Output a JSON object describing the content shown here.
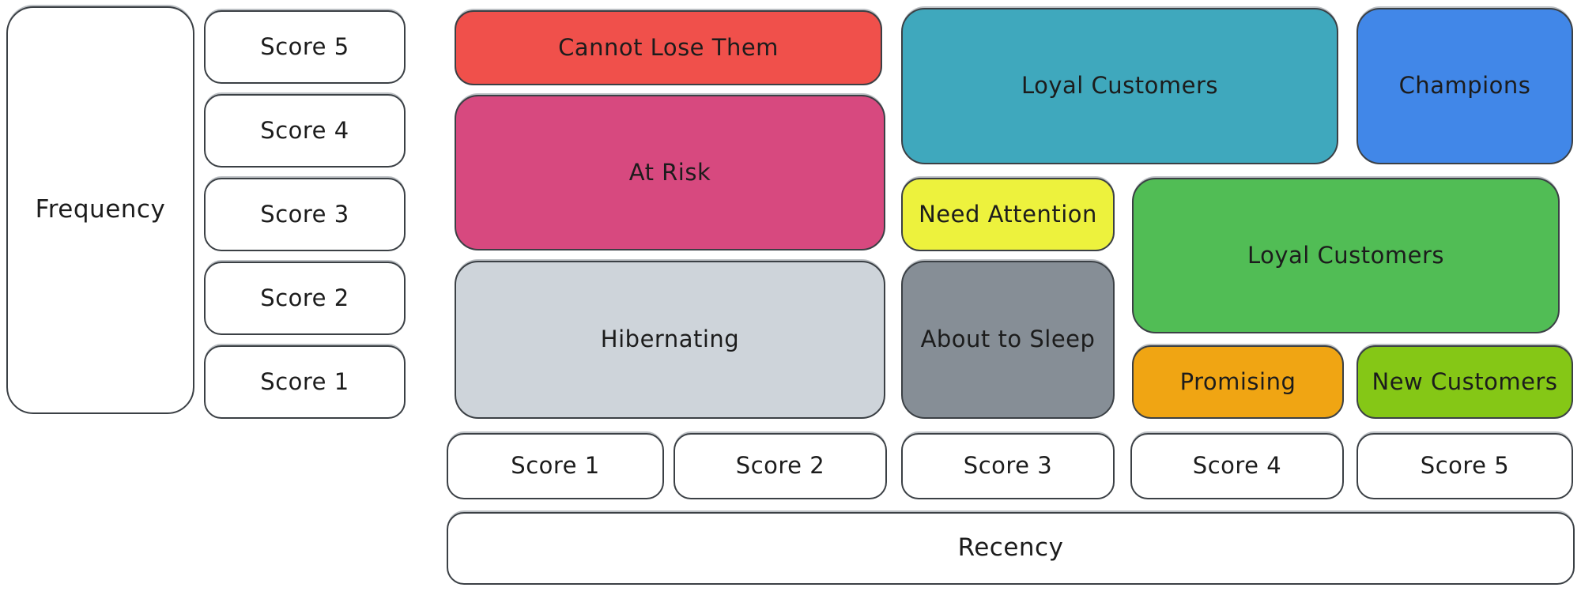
{
  "axes": {
    "frequency": {
      "label": "Frequency",
      "scores": [
        "Score 5",
        "Score 4",
        "Score 3",
        "Score 2",
        "Score 1"
      ]
    },
    "recency": {
      "label": "Recency",
      "scores": [
        "Score 1",
        "Score 2",
        "Score 3",
        "Score 4",
        "Score 5"
      ]
    }
  },
  "segments": {
    "cannot_lose_them": {
      "label": "Cannot Lose Them",
      "color": "#f0504b"
    },
    "at_risk": {
      "label": "At Risk",
      "color": "#d7497f"
    },
    "hibernating": {
      "label": "Hibernating",
      "color": "#ced4da"
    },
    "loyal_customers_top": {
      "label": "Loyal Customers",
      "color": "#3fa8bd"
    },
    "champions": {
      "label": "Champions",
      "color": "#4187e8"
    },
    "need_attention": {
      "label": "Need Attention",
      "color": "#edf23d"
    },
    "about_to_sleep": {
      "label": "About to Sleep",
      "color": "#868e96"
    },
    "loyal_customers_mid": {
      "label": "Loyal Customers",
      "color": "#51bd55"
    },
    "promising": {
      "label": "Promising",
      "color": "#f0a513"
    },
    "new_customers": {
      "label": "New Customers",
      "color": "#85c716"
    }
  },
  "style": {
    "text_color": "#1c1c1c",
    "border_color": "#3b4045",
    "background": "#ffffff"
  }
}
